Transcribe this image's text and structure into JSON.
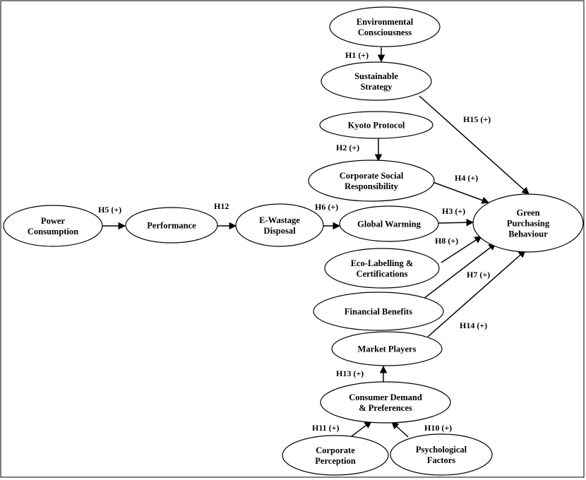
{
  "nodes": {
    "env": {
      "lines": [
        "Environmental",
        "Consciousness"
      ]
    },
    "sus": {
      "lines": [
        "Sustainable",
        "Strategy"
      ]
    },
    "kyoto": {
      "lines": [
        "Kyoto Protocol"
      ]
    },
    "csr": {
      "lines": [
        "Corporate Social",
        "Responsibility"
      ]
    },
    "power": {
      "lines": [
        "Power",
        "Consumption"
      ]
    },
    "perf": {
      "lines": [
        "Performance"
      ]
    },
    "ewaste": {
      "lines": [
        "E-Wastage",
        "Disposal"
      ]
    },
    "gw": {
      "lines": [
        "Global Warming"
      ]
    },
    "green": {
      "lines": [
        "Green",
        "Purchasing",
        "Behaviour"
      ]
    },
    "eco": {
      "lines": [
        "Eco-Labelling &",
        "Certifications"
      ]
    },
    "fin": {
      "lines": [
        "Financial Benefits"
      ]
    },
    "mkt": {
      "lines": [
        "Market Players"
      ]
    },
    "cdp": {
      "lines": [
        "Consumer Demand",
        "& Preferences"
      ]
    },
    "corpp": {
      "lines": [
        "Corporate",
        "Perception"
      ]
    },
    "psy": {
      "lines": [
        "Psychological",
        "Factors"
      ]
    }
  },
  "edges": [
    {
      "id": "h1",
      "from": "env",
      "to": "sus",
      "label": "H1 (+)"
    },
    {
      "id": "h15",
      "from": "sus",
      "to": "green",
      "label": "H15 (+)"
    },
    {
      "id": "h2",
      "from": "kyoto",
      "to": "csr",
      "label": "H2 (+)"
    },
    {
      "id": "h4",
      "from": "csr",
      "to": "green",
      "label": "H4 (+)"
    },
    {
      "id": "h5",
      "from": "power",
      "to": "perf",
      "label": "H5 (+)"
    },
    {
      "id": "h12",
      "from": "perf",
      "to": "ewaste",
      "label": "H12"
    },
    {
      "id": "h6",
      "from": "ewaste",
      "to": "gw",
      "label": "H6 (+)"
    },
    {
      "id": "h3",
      "from": "gw",
      "to": "green",
      "label": "H3 (+)"
    },
    {
      "id": "h8",
      "from": "eco",
      "to": "green",
      "label": "H8 (+)"
    },
    {
      "id": "h7",
      "from": "fin",
      "to": "green",
      "label": "H7 (+)"
    },
    {
      "id": "h14",
      "from": "mkt",
      "to": "green",
      "label": "H14 (+)"
    },
    {
      "id": "h13",
      "from": "cdp",
      "to": "mkt",
      "label": "H13 (+)"
    },
    {
      "id": "h11",
      "from": "corpp",
      "to": "cdp",
      "label": "H11 (+)"
    },
    {
      "id": "h10",
      "from": "psy",
      "to": "cdp",
      "label": "H10 (+)"
    }
  ]
}
